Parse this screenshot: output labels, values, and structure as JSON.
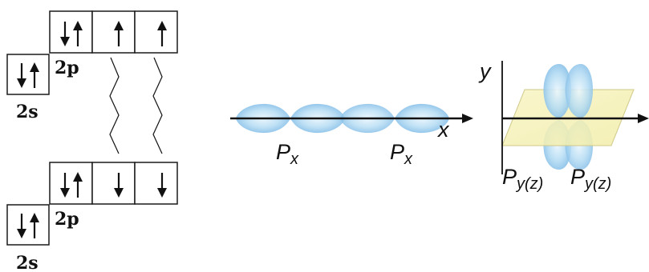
{
  "labels": {
    "upper_2s": "2s",
    "upper_2p": "2p",
    "lower_2s": "2s",
    "lower_2p": "2p",
    "px_left": "P",
    "px_left_sub": "x",
    "px_right": "P",
    "px_right_sub": "x",
    "x_axis": "x",
    "y_axis": "y",
    "py_left": "P",
    "py_left_sub": "y(z)",
    "py_right": "P",
    "py_right_sub": "y(z)"
  },
  "colors": {
    "lobe_outer": "#8cc3ea",
    "lobe_inner": "#e6f4fc",
    "plane": "#f6f2b4",
    "plane_edge": "#cfc98a"
  }
}
